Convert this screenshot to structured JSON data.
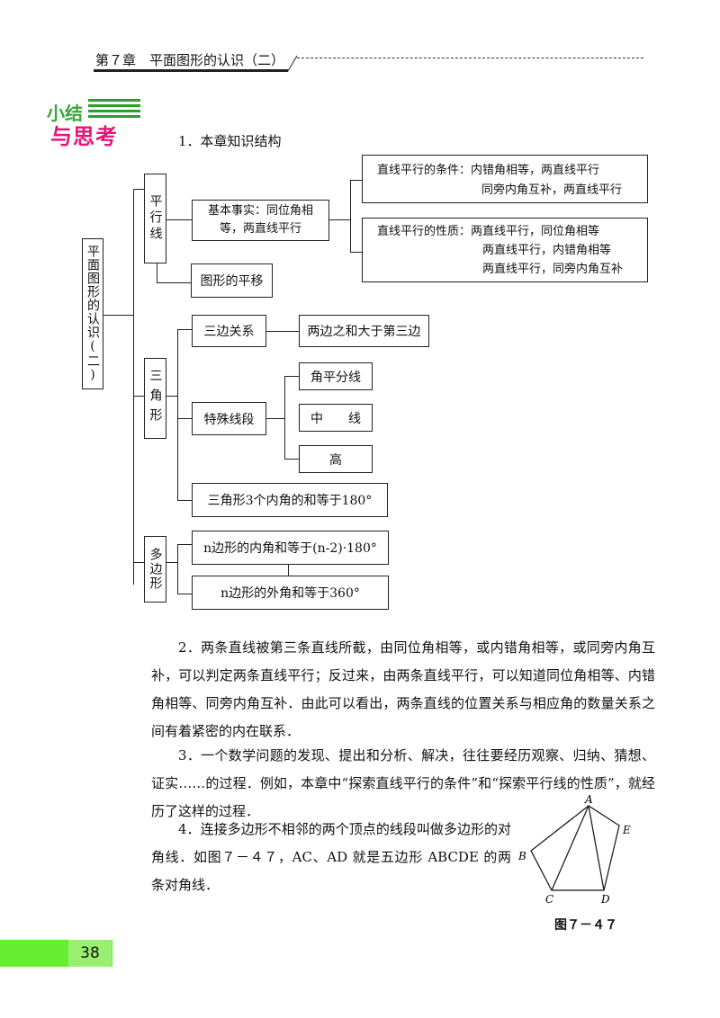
{
  "header": {
    "chapter": "第７章　平面图形的认识（二）"
  },
  "logo": {
    "line1": "小结",
    "line2": "与思考"
  },
  "section1": {
    "title": "1．本章知识结构"
  },
  "diagram": {
    "root": "平面图形的认识(二)",
    "parallel": "平行线",
    "basic_fact": "基本事实：同位角相等，两直线平行",
    "condition_line1": "直线平行的条件：内错角相等，两直线平行",
    "condition_line2": "同旁内角互补，两直线平行",
    "property_line1": "直线平行的性质：两直线平行，同位角相等",
    "property_line2": "两直线平行，内错角相等",
    "property_line3": "两直线平行，同旁内角互补",
    "translation": "图形的平移",
    "triangle": "三角形",
    "three_sides": "三边关系",
    "sum_sides": "两边之和大于第三边",
    "special_segments": "特殊线段",
    "bisector": "角平分线",
    "median": "中　　线",
    "height": "高",
    "angle_sum": "三角形3个内角的和等于180°",
    "polygon": "多边形",
    "interior": "n边形的内角和等于(n-2)·180°",
    "exterior": "n边形的外角和等于360°"
  },
  "paragraphs": {
    "p2": "2．两条直线被第三条直线所截，由同位角相等，或内错角相等，或同旁内角互补，可以判定两条直线平行；反过来，由两条直线平行，可以知道同位角相等、内错角相等、同旁内角互补．由此可以看出，两条直线的位置关系与相应角的数量关系之间有着紧密的内在联系．",
    "p3": "3．一个数学问题的发现、提出和分析、解决，往往要经历观察、归纳、猜想、证实……的过程．例如，本章中“探索直线平行的条件”和“探索平行线的性质”，就经历了这样的过程．",
    "p4": "4．连接多边形不相邻的两个顶点的线段叫做多边形的对角线．如图７－４７，AC、AD 就是五边形 ABCDE 的两条对角线．"
  },
  "figure": {
    "caption": "图７－４７",
    "labels": {
      "A": "A",
      "B": "B",
      "C": "C",
      "D": "D",
      "E": "E"
    }
  },
  "page": {
    "number": "38"
  }
}
